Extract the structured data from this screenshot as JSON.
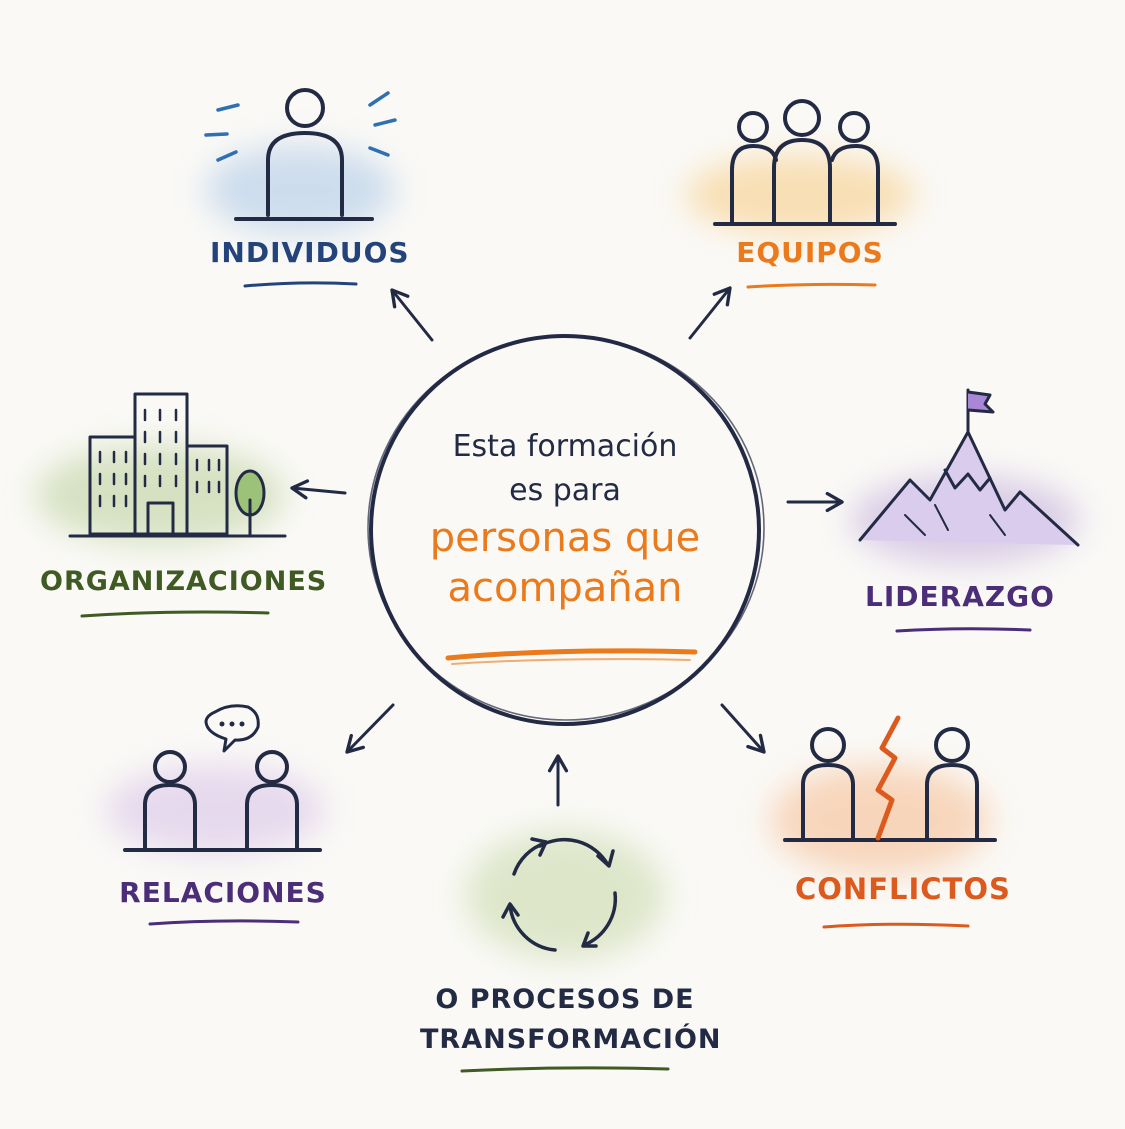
{
  "colors": {
    "ink": "#232a44",
    "blue": "#23437a",
    "orange": "#ea7a1b",
    "green": "#3f5a22",
    "purple": "#4b2d78",
    "red_orange": "#dc5a1e"
  },
  "center": {
    "line1": "Esta formación",
    "line2": "es para",
    "highlight1": "personas que",
    "highlight2": "acompañan"
  },
  "nodes": {
    "individuos": {
      "label": "INDIVIDUOS",
      "icon": "person-icon",
      "color": "#23437a"
    },
    "equipos": {
      "label": "EQUIPOS",
      "icon": "team-icon",
      "color": "#ea7a1b"
    },
    "organizaciones": {
      "label": "ORGANIZACIONES",
      "icon": "building-icon",
      "color": "#3f5a22"
    },
    "liderazgo": {
      "label": "LIDERAZGO",
      "icon": "mountain-flag-icon",
      "color": "#4b2d78"
    },
    "relaciones": {
      "label": "RELACIONES",
      "icon": "conversation-icon",
      "color": "#4b2d78"
    },
    "conflictos": {
      "label": "CONFLICTOS",
      "icon": "conflict-icon",
      "color": "#dc5a1e"
    },
    "procesos": {
      "line1": "O PROCESOS DE",
      "line2": "TRANSFORMACIÓN",
      "icon": "cycle-arrows-icon",
      "color": "#3f5a22"
    }
  }
}
